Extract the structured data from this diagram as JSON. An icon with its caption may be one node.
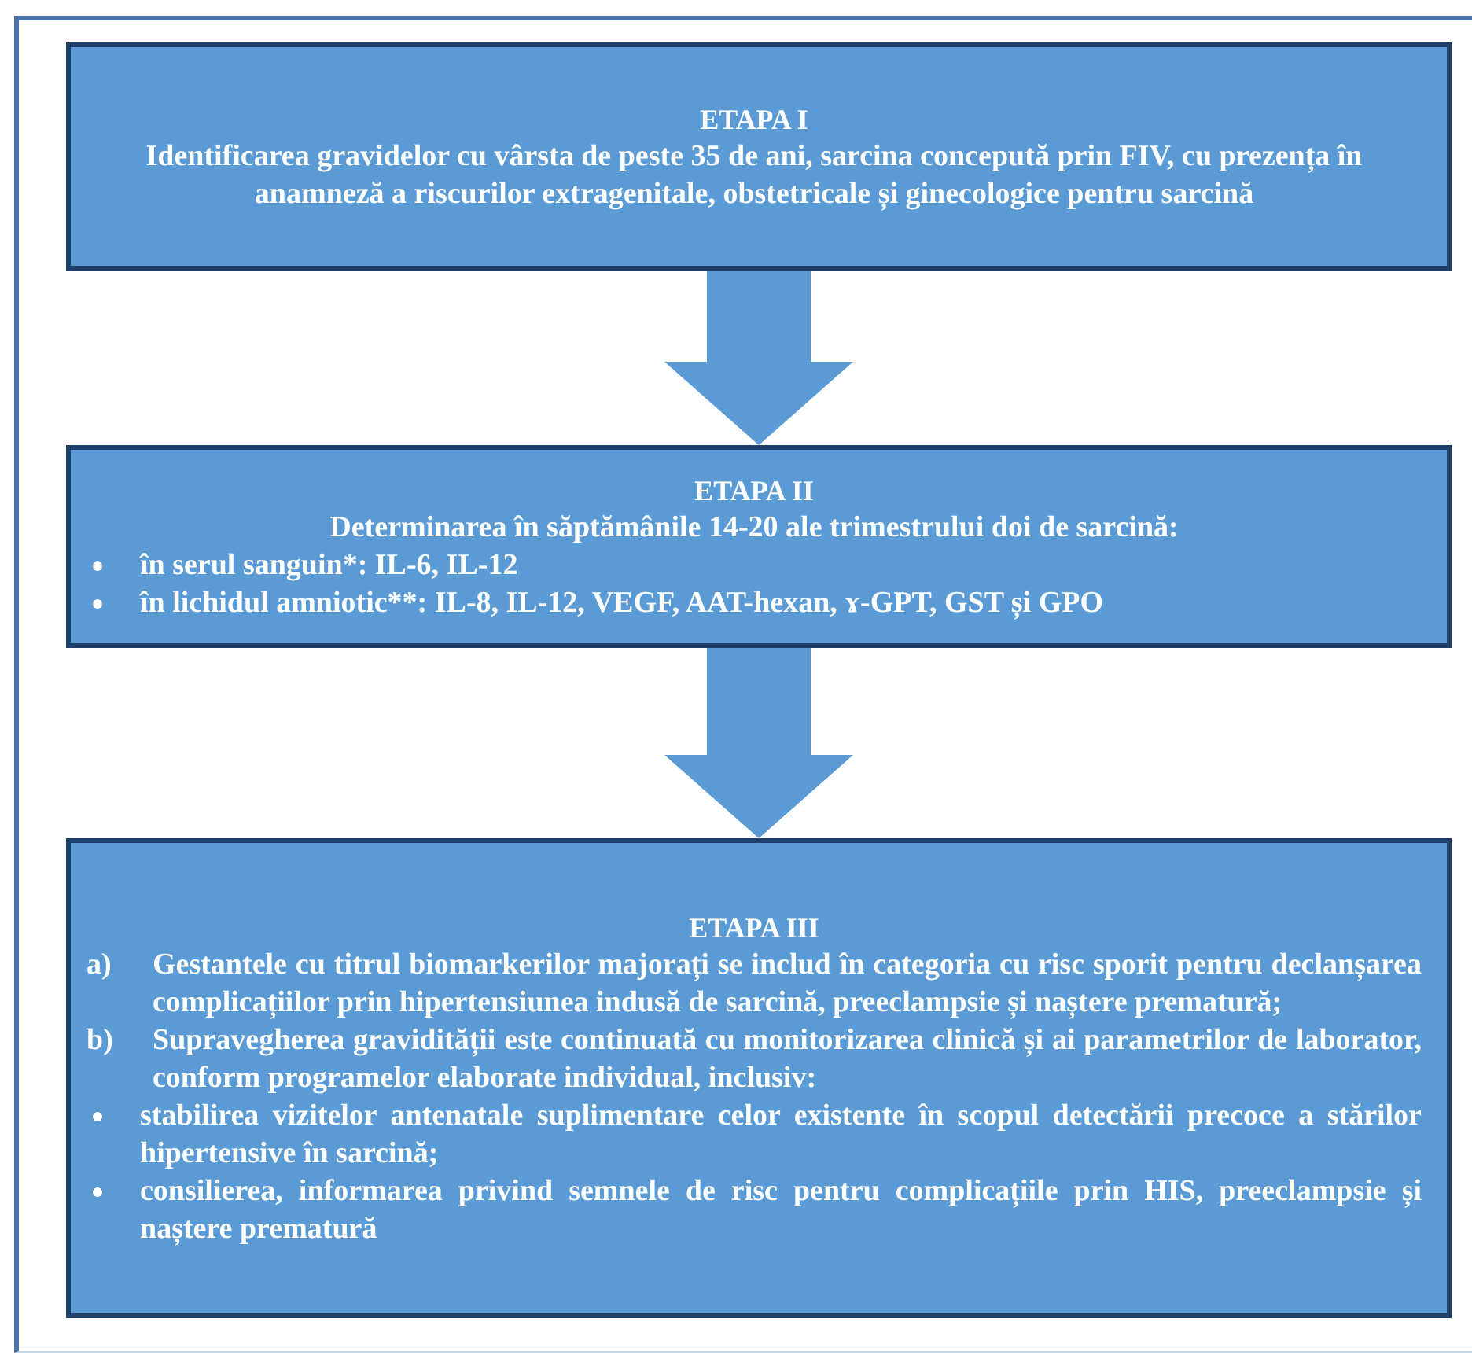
{
  "diagram": {
    "nodes": [
      {
        "text": [
          "ETAPA I",
          "Identificarea gravidelor cu vârsta de peste 35 de ani, sarcina concepută prin FIV, cu prezența în anamneză a riscurilor extragenitale, obstetricale și ginecologice pentru sarcină"
        ]
      },
      {
        "text": [
          "ETAPA II",
          "Determinarea în săptămânile 14-20 ale trimestrului doi de sarcină:",
          "în serul sanguin*: IL-6, IL-12",
          "în lichidul amniotic**: IL-8, IL-12, VEGF, AAT-hexan, ɤ-GPT, GST și GPO"
        ]
      },
      {
        "text": [
          "ETAPA III",
          "a)",
          "Gestantele cu titrul biomarkerilor majorați se includ în categoria cu risc sporit pentru declanșarea complicațiilor prin hipertensiunea indusă de sarcină, preeclampsie și naștere prematură;",
          "b)",
          "Supravegherea gravidității este continuată cu monitorizarea clinică și ai parametrilor de laborator, conform programelor elaborate individual, inclusiv:",
          "stabilirea vizitelor antenatale suplimentare celor existente în scopul detectării precoce a stărilor hipertensive în sarcină;",
          "consilierea, informarea privind semnele de risc pentru complicațiile prin HIS, preeclampsie și naștere prematură"
        ]
      }
    ],
    "edges": [
      {
        "from": 0,
        "to": 1,
        "arrow": "to"
      },
      {
        "from": 1,
        "to": 2,
        "arrow": "to"
      }
    ]
  }
}
